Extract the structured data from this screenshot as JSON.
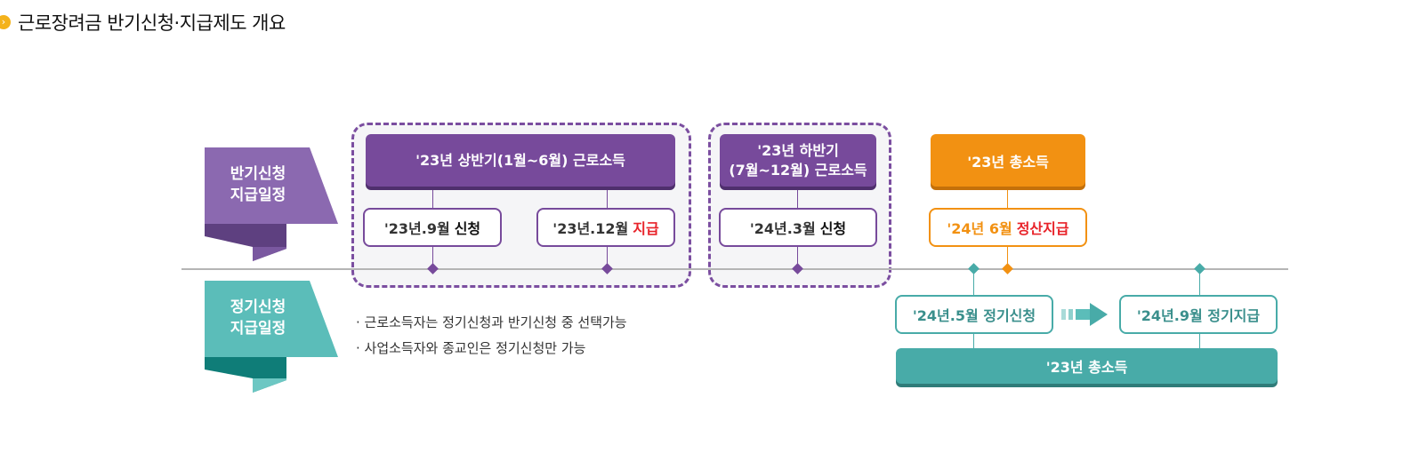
{
  "header": {
    "icon": "chevron-right-icon",
    "title": "근로장려금 반기신청·지급제도 개요"
  },
  "ribbons": {
    "half": {
      "line1": "반기신청",
      "line2": "지급일정",
      "color": "#8b69b0",
      "dark": "#5e4080"
    },
    "regular": {
      "line1": "정기신청",
      "line2": "지급일정",
      "color": "#5bbdb9",
      "dark": "#0f7d78"
    }
  },
  "half_schedule": {
    "first_half": {
      "title": "'23년 상반기(1월~6월) 근로소득",
      "apply": {
        "date": "'23년.9월",
        "action": "신청"
      },
      "pay": {
        "date": "'23년.12월",
        "action": "지급"
      }
    },
    "second_half": {
      "title_line1": "'23년 하반기",
      "title_line2": "(7월~12월) 근로소득",
      "apply": {
        "date": "'24년.3월",
        "action": "신청"
      }
    },
    "total": {
      "title": "'23년 총소득",
      "settle": {
        "date": "'24년 6월",
        "action": "정산지급"
      }
    }
  },
  "regular_schedule": {
    "apply": "'24년.5월 정기신청",
    "pay": "'24년.9월 정기지급",
    "total": "'23년 총소득"
  },
  "notes": [
    "· 근로소득자는 정기신청과 반기신청 중 선택가능",
    "· 사업소득자와 종교인은 정기신청만 가능"
  ],
  "colors": {
    "purple": "#774a9b",
    "orange": "#f29112",
    "teal": "#48aba8",
    "red": "#e8232a"
  }
}
